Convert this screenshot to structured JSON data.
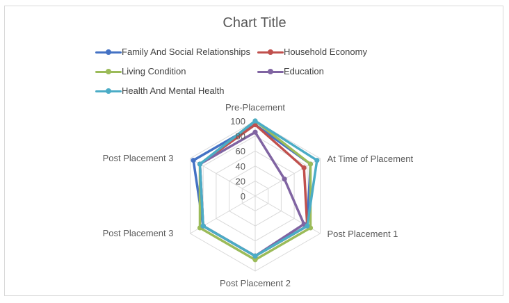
{
  "chart_data": {
    "type": "radar",
    "title": "Chart Title",
    "categories": [
      "Pre-Placement",
      "At Time of Placement",
      "Post Placement 1",
      "Post Placement 2",
      "Post Placement 3",
      "Post Placement 3"
    ],
    "rlim": [
      0,
      100
    ],
    "ticks": [
      "0",
      "20",
      "40",
      "60",
      "80",
      "100"
    ],
    "grid": true,
    "legend_position": "top",
    "series": [
      {
        "name": "Family And Social Relationships",
        "color": "#4472C4",
        "values": [
          95,
          85,
          80,
          80,
          80,
          95
        ]
      },
      {
        "name": "Household Economy",
        "color": "#C0504D",
        "values": [
          95,
          75,
          80,
          80,
          80,
          85
        ]
      },
      {
        "name": "Living Condition",
        "color": "#9BBB59",
        "values": [
          100,
          85,
          85,
          85,
          85,
          85
        ]
      },
      {
        "name": "Education",
        "color": "#8064A2",
        "values": [
          85,
          45,
          75,
          80,
          80,
          85
        ]
      },
      {
        "name": "Health And Mental Health",
        "color": "#4BACC6",
        "values": [
          100,
          95,
          80,
          80,
          80,
          85
        ]
      }
    ]
  }
}
